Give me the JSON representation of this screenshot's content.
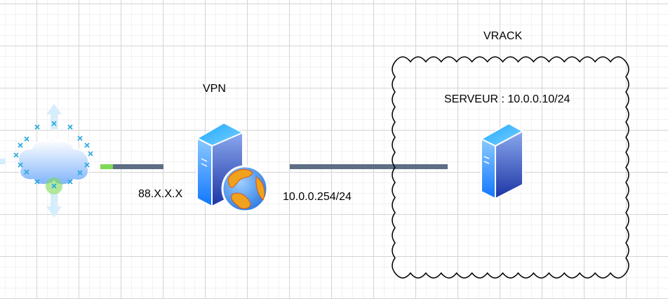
{
  "diagram": {
    "labels": {
      "vpn_title": "VPN",
      "public_ip": "88.X.X.X",
      "private_gateway": "10.0.0.254/24",
      "vrack_title": "VRACK",
      "server_label": "SERVEUR : 10.0.0.10/24"
    },
    "nodes": [
      {
        "id": "internet",
        "icon": "cloud-icon",
        "state": "selected"
      },
      {
        "id": "vpn",
        "icon": "web-server-icon"
      },
      {
        "id": "server",
        "icon": "server-icon"
      }
    ],
    "edges": [
      {
        "from": "internet",
        "to": "vpn",
        "color": "#5d6d84"
      },
      {
        "from": "vpn",
        "to": "server",
        "color": "#5d6d84"
      }
    ],
    "colors": {
      "edge": "#5d6d84",
      "edge_handle": "#7ed957",
      "selection": "#29a8e0"
    }
  }
}
